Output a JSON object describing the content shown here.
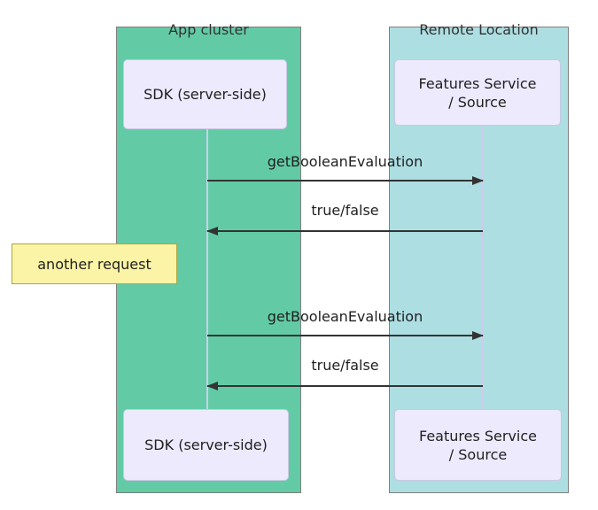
{
  "diagram": {
    "type": "sequence-diagram",
    "groups": [
      {
        "label": "App cluster",
        "fill": "#62cba6"
      },
      {
        "label": "Remote Location",
        "fill": "#addee2"
      }
    ],
    "actors": {
      "sdk": "SDK (server-side)",
      "features_line1": "Features Service",
      "features_line2": "/ Source"
    },
    "messages": [
      {
        "label": "getBooleanEvaluation",
        "direction": "right"
      },
      {
        "label": "true/false",
        "direction": "left"
      },
      {
        "label": "getBooleanEvaluation",
        "direction": "right"
      },
      {
        "label": "true/false",
        "direction": "left"
      }
    ],
    "note": {
      "label": "another request"
    },
    "colors": {
      "app_cluster_fill": "#62cba6",
      "remote_location_fill": "#addee2",
      "group_border": "#7f7f7f",
      "actor_fill": "#eceafc",
      "actor_border": "#c9c9e2",
      "lifeline": "#ccccf0",
      "arrow": "#333333",
      "note_fill": "#fbf3a5",
      "note_border": "#a8a845",
      "text": "#1f1f1f",
      "title_text": "#333333"
    }
  }
}
